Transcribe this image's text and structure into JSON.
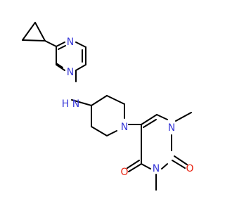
{
  "molecule": {
    "atom_labels": {
      "pyrimidine_n1": "N",
      "pyrimidine_n3": "N",
      "amine_n": "N",
      "amine_h": "H",
      "piperidine_n": "N",
      "uracil_n1": "N",
      "uracil_n3": "N",
      "carbonyl_o2": "O",
      "carbonyl_o4": "O"
    },
    "colors": {
      "nitrogen": "#3838d8",
      "oxygen": "#e8210f",
      "bond": "#000000",
      "background": "#ffffff"
    }
  }
}
